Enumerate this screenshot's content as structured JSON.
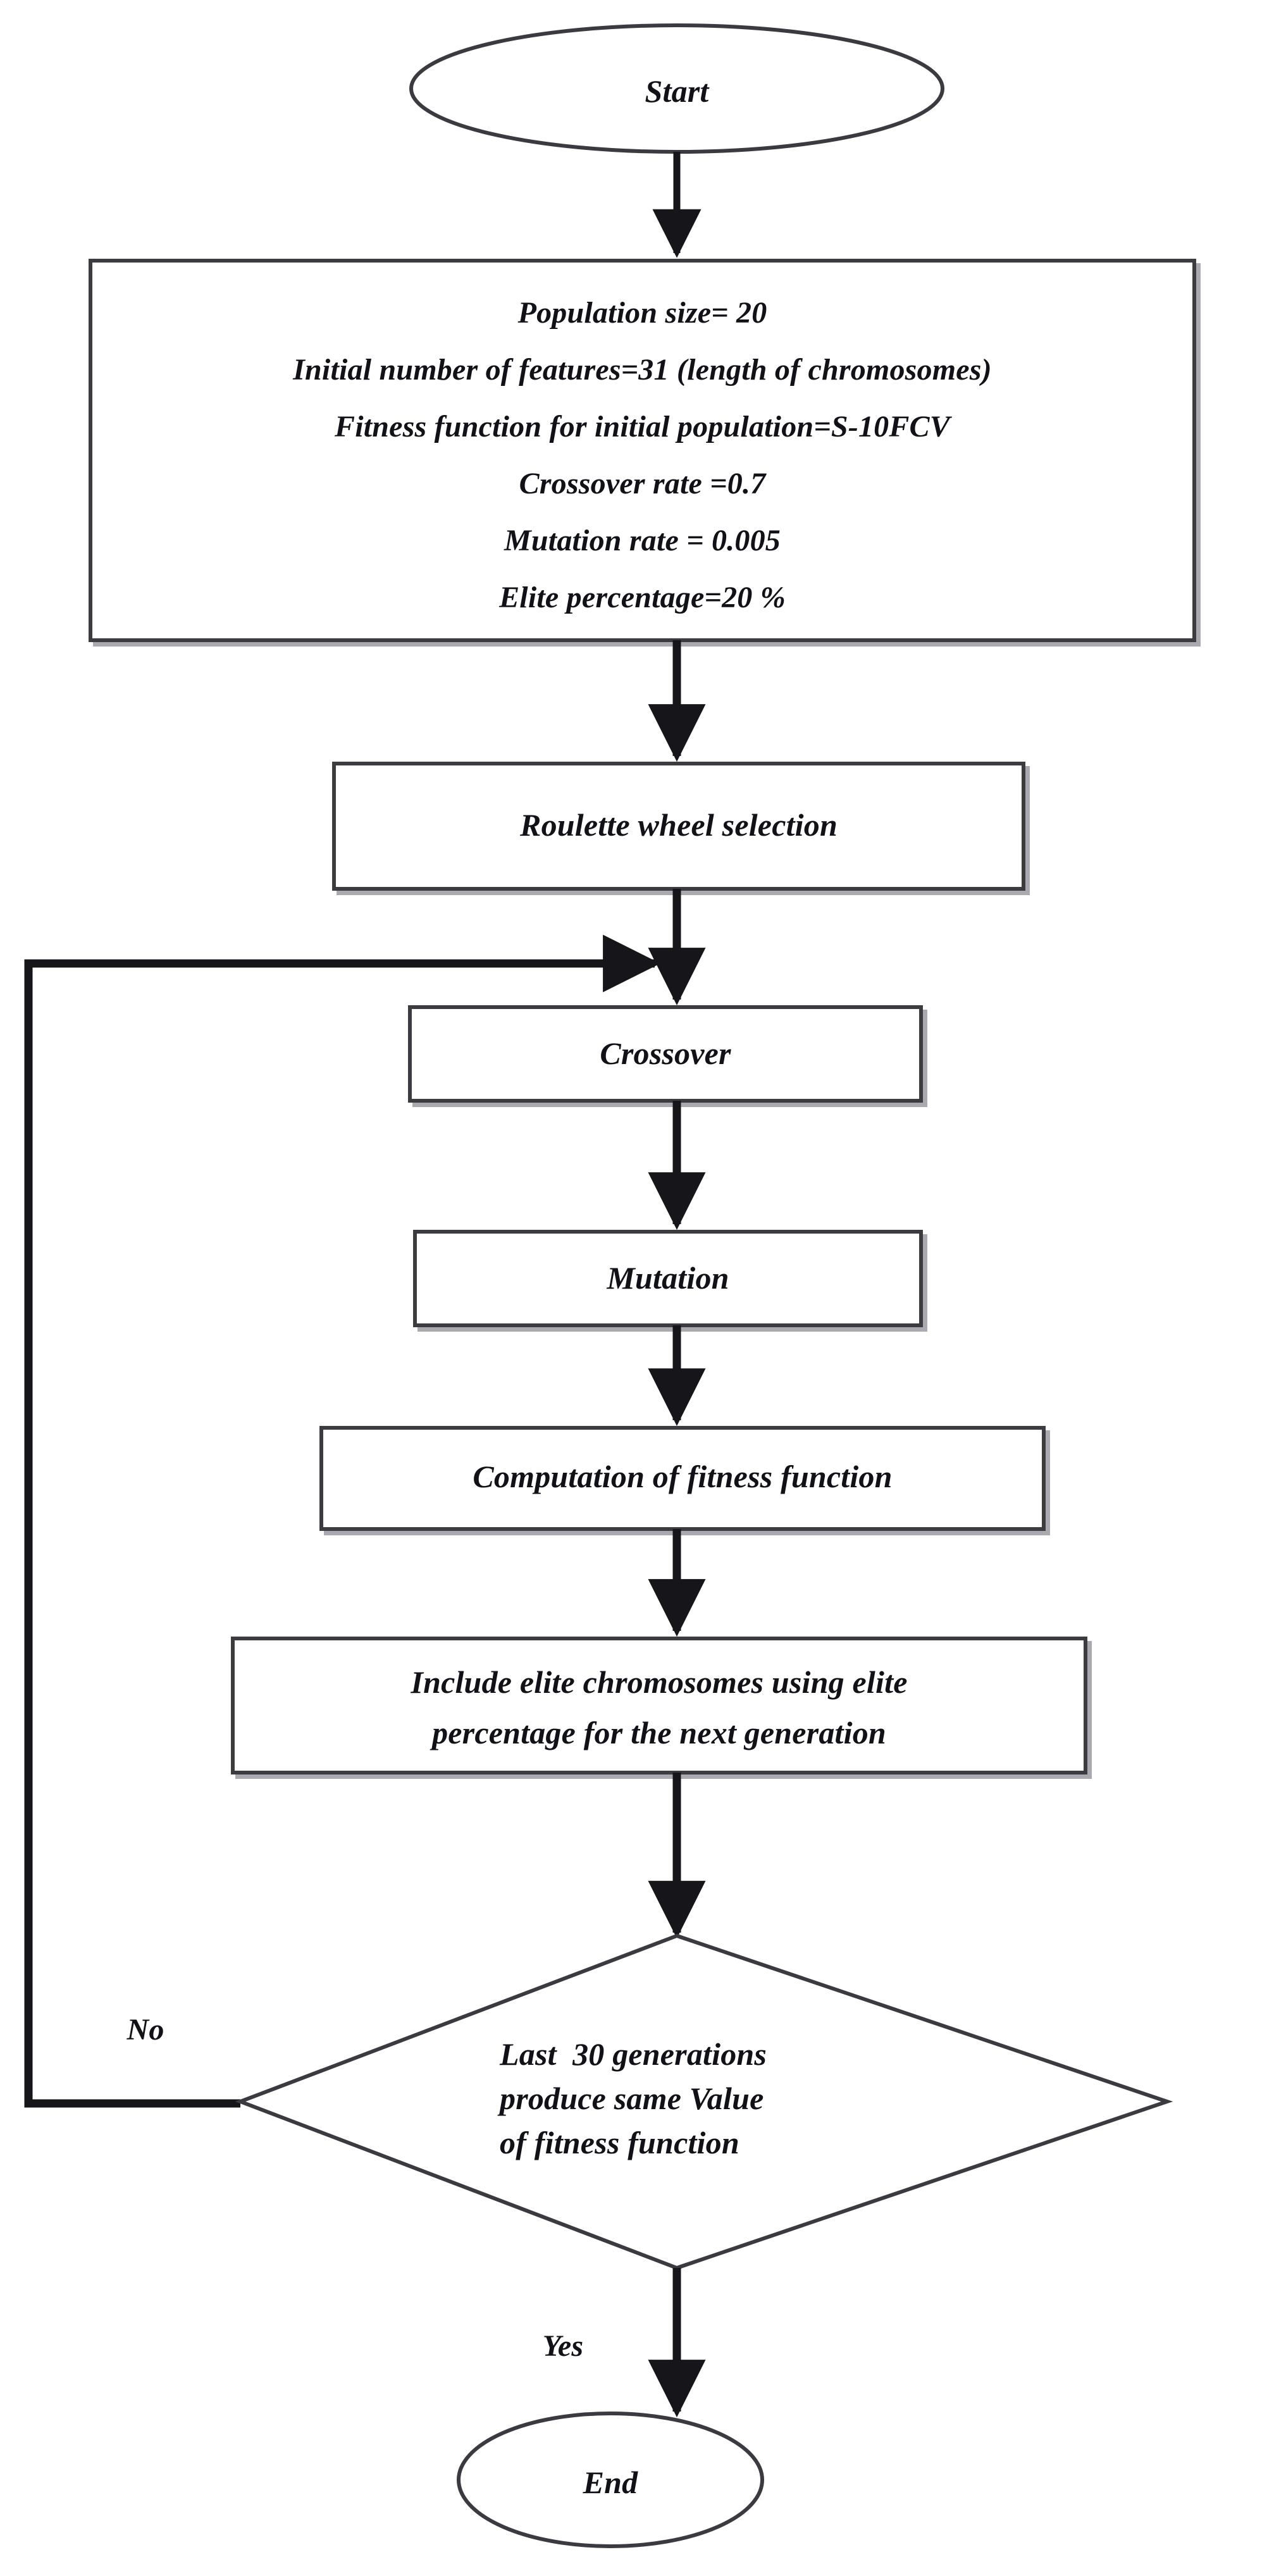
{
  "diagram": {
    "type": "flowchart",
    "title": "Genetic Algorithm Feature Selection Flowchart",
    "stroke_color": "#2b2b31",
    "text_color": "#111118",
    "background": "#ffffff"
  },
  "nodes": {
    "start": {
      "shape": "ellipse",
      "label": "Start"
    },
    "parameters": {
      "shape": "rectangle",
      "lines": [
        "Population size= 20",
        "Initial number of features=31 (length of chromosomes)",
        "Fitness function for initial population=S-10FCV",
        "Crossover rate =0.7",
        "Mutation rate = 0.005",
        "Elite percentage=20 %"
      ],
      "values": {
        "population_size": "20",
        "initial_number_of_features": "31",
        "chromosome_length_note": "length of chromosomes",
        "fitness_function_initial_population": "S-10FCV",
        "crossover_rate": "0.7",
        "mutation_rate": "0.005",
        "elite_percentage": "20 %"
      }
    },
    "selection": {
      "shape": "rectangle",
      "label": "Roulette wheel selection"
    },
    "crossover": {
      "shape": "rectangle",
      "label": "Crossover"
    },
    "mutation": {
      "shape": "rectangle",
      "label": "Mutation"
    },
    "fitness": {
      "shape": "rectangle",
      "label": "Computation of fitness function"
    },
    "elite": {
      "shape": "rectangle",
      "lines": [
        "Include elite chromosomes using elite",
        "percentage for the next generation"
      ]
    },
    "decision": {
      "shape": "diamond",
      "lines": [
        "Last  30 generations",
        "produce same Value",
        "of fitness function"
      ],
      "generations_threshold": "30"
    },
    "end": {
      "shape": "ellipse",
      "label": "End"
    }
  },
  "edge_labels": {
    "no": "No",
    "yes": "Yes"
  },
  "edges": [
    {
      "from": "start",
      "to": "parameters",
      "label": ""
    },
    {
      "from": "parameters",
      "to": "selection",
      "label": ""
    },
    {
      "from": "selection",
      "to": "crossover",
      "label": ""
    },
    {
      "from": "crossover",
      "to": "mutation",
      "label": ""
    },
    {
      "from": "mutation",
      "to": "fitness",
      "label": ""
    },
    {
      "from": "fitness",
      "to": "elite",
      "label": ""
    },
    {
      "from": "elite",
      "to": "decision",
      "label": ""
    },
    {
      "from": "decision",
      "to": "crossover",
      "label": "No"
    },
    {
      "from": "decision",
      "to": "end",
      "label": "Yes"
    }
  ]
}
